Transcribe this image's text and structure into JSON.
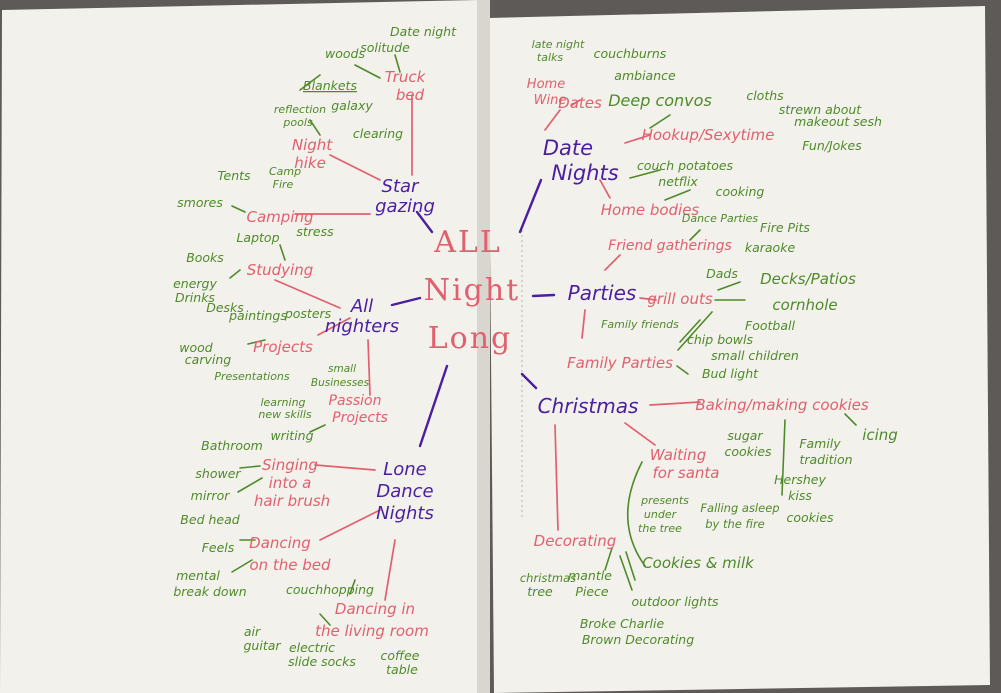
{
  "colors": {
    "purple": "#4a1fa0",
    "pink": "#e0606e",
    "green": "#4f8a2a",
    "page": "#f3f1ec",
    "shadow": "#5d5a58"
  },
  "center_lines": [
    "ALL",
    "Night",
    "Long"
  ],
  "hubs": {
    "star_gazing": [
      "Star",
      "gazing"
    ],
    "all_nighters": [
      "All",
      "nighters"
    ],
    "lone_dance": [
      "Lone",
      "Dance",
      "Nights"
    ],
    "date_nights": [
      "Date",
      "Nights"
    ],
    "parties": [
      "Parties"
    ],
    "christmas": [
      "Christmas"
    ]
  },
  "topics": {
    "truck_bed": [
      "Truck",
      "bed"
    ],
    "night_hike": [
      "Night",
      "hike"
    ],
    "camping": [
      "Camping"
    ],
    "studying": [
      "Studying"
    ],
    "projects": [
      "Projects"
    ],
    "passion_projects": [
      "Passion",
      "Projects"
    ],
    "singing": [
      "Singing",
      "into a",
      "hair brush"
    ],
    "dancing_bed": [
      "Dancing",
      "on the bed"
    ],
    "dancing_living": [
      "Dancing in",
      "the living room"
    ],
    "home_wine": [
      "Home",
      "Wine"
    ],
    "dates": [
      "Dates"
    ],
    "hookup": [
      "Hookup/Sexytime"
    ],
    "home_bodies": [
      "Home bodies"
    ],
    "friend_gatherings": [
      "Friend gatherings"
    ],
    "grill_outs": [
      "grill outs"
    ],
    "family_parties": [
      "Family Parties"
    ],
    "baking": [
      "Baking/making cookies"
    ],
    "waiting_santa": [
      "Waiting",
      "for santa"
    ],
    "decorating": [
      "Decorating"
    ]
  },
  "details": {
    "woods": [
      "woods"
    ],
    "solitude": [
      "solitude"
    ],
    "date_night": [
      "Date night"
    ],
    "blankets": [
      "Blankets"
    ],
    "reflection_pools": [
      "reflection",
      "pools"
    ],
    "galaxy": [
      "galaxy"
    ],
    "clearing": [
      "clearing"
    ],
    "tents": [
      "Tents"
    ],
    "camp_fire": [
      "Camp",
      "Fire"
    ],
    "smores": [
      "smores"
    ],
    "books": [
      "Books"
    ],
    "laptop": [
      "Laptop"
    ],
    "stress": [
      "stress"
    ],
    "energy_drinks": [
      "energy",
      "Drinks"
    ],
    "desks": [
      "Desks"
    ],
    "paintings": [
      "paintings"
    ],
    "posters": [
      "posters"
    ],
    "wood_carving": [
      "wood",
      "carving"
    ],
    "presentations": [
      "Presentations"
    ],
    "small_businesses": [
      "small",
      "Businesses"
    ],
    "learning": [
      "learning",
      "new skills"
    ],
    "writing": [
      "writing"
    ],
    "bathroom": [
      "Bathroom"
    ],
    "shower": [
      "shower"
    ],
    "mirror": [
      "mirror"
    ],
    "bedhead": [
      "Bed head"
    ],
    "feels": [
      "Feels"
    ],
    "mental_break": [
      "mental",
      "break down"
    ],
    "couchhopping": [
      "couchhopping"
    ],
    "air_guitar": [
      "air",
      "guitar"
    ],
    "electric_slide": [
      "electric",
      "slide socks"
    ],
    "coffee_table": [
      "coffee",
      "table"
    ],
    "late_night_talks": [
      "late night",
      "talks"
    ],
    "couchburns": [
      "couchburns"
    ],
    "ambiance": [
      "ambiance"
    ],
    "deep_convos": [
      "Deep convos"
    ],
    "clothes": [
      "cloths",
      "strewn about"
    ],
    "makeout": [
      "makeout sesh"
    ],
    "fun_jokes": [
      "Fun/Jokes"
    ],
    "couch_potatoes": [
      "couch potatoes"
    ],
    "netflix": [
      "netflix"
    ],
    "cooking": [
      "cooking"
    ],
    "dance_parties": [
      "Dance Parties"
    ],
    "fire_pits": [
      "Fire Pits"
    ],
    "karaoke": [
      "karaoke"
    ],
    "dads": [
      "Dads"
    ],
    "decks_patios": [
      "Decks/Patios"
    ],
    "cornhole": [
      "cornhole"
    ],
    "family_friends": [
      "Family friends"
    ],
    "football": [
      "Football"
    ],
    "chip_bowls": [
      "chip bowls"
    ],
    "small_children": [
      "small children"
    ],
    "bud_light": [
      "Bud light"
    ],
    "sugar_cookies": [
      "sugar",
      "cookies"
    ],
    "family_tradition": [
      "Family",
      "tradition"
    ],
    "icing": [
      "icing"
    ],
    "hershey": [
      "Hershey",
      "kiss",
      "cookies"
    ],
    "presents": [
      "presents",
      "under",
      "the tree"
    ],
    "falling_asleep": [
      "Falling asleep",
      "by the fire"
    ],
    "cookies_milk": [
      "Cookies & milk"
    ],
    "christmas_tree": [
      "christmas",
      "tree"
    ],
    "mantle_piece": [
      "mantle",
      "Piece"
    ],
    "outdoor_lights": [
      "outdoor lights"
    ],
    "charlie_brown": [
      "Broke Charlie",
      "Brown Decorating"
    ]
  }
}
